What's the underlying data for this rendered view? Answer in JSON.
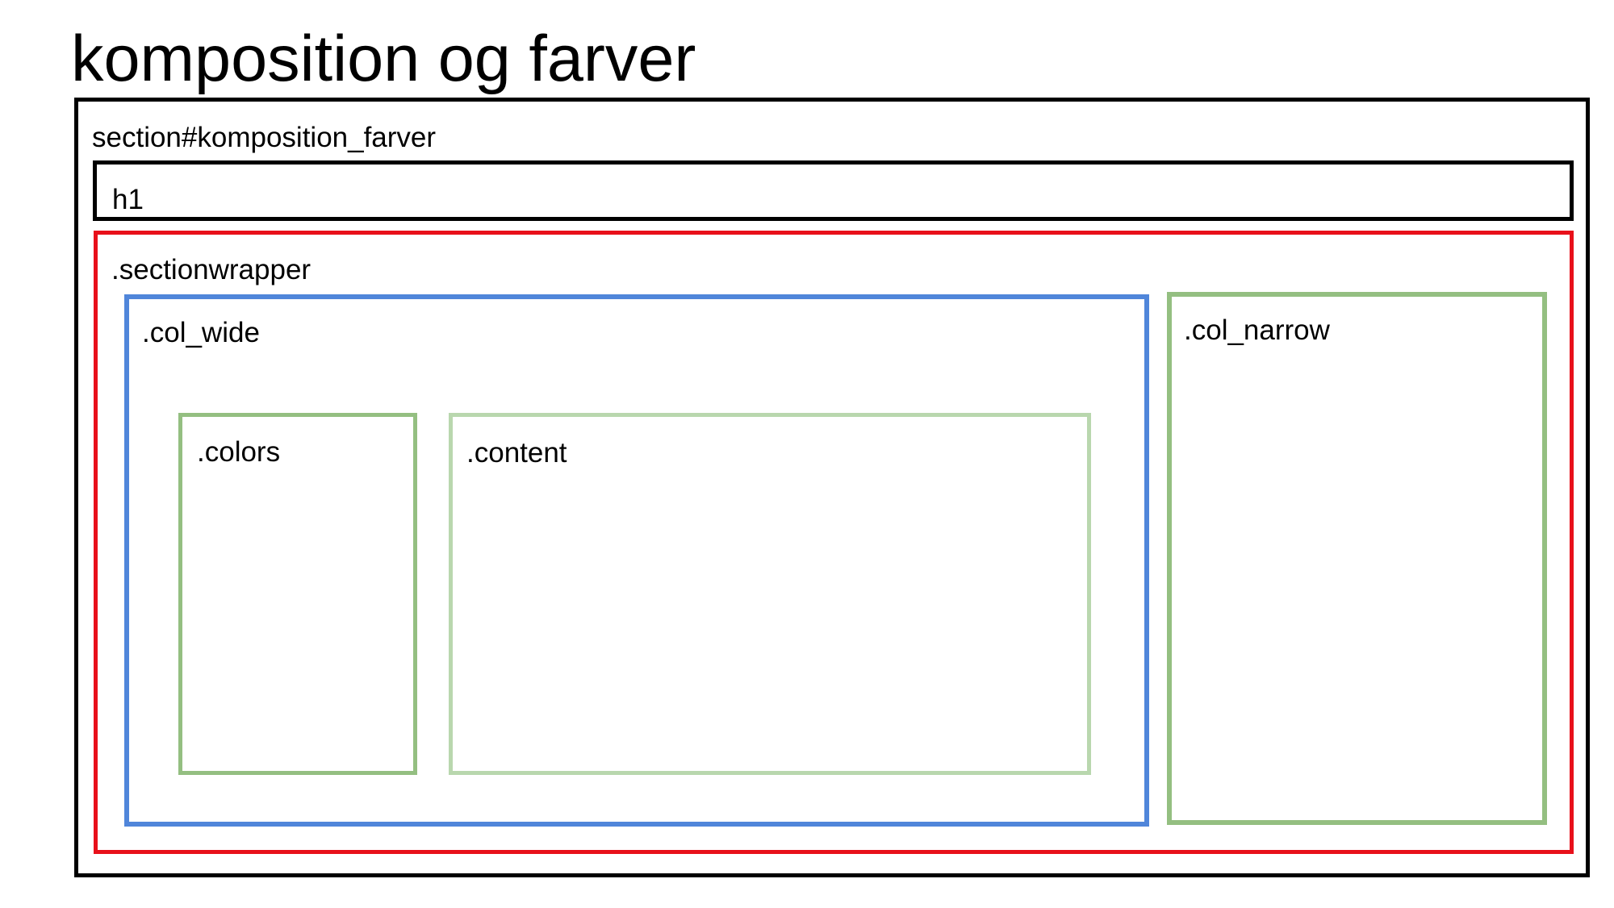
{
  "title": "komposition og farver",
  "boxes": {
    "section": {
      "label": "section#komposition_farver",
      "color": "#000000"
    },
    "h1": {
      "label": "h1",
      "color": "#000000"
    },
    "sectionwrapper": {
      "label": ".sectionwrapper",
      "color": "#e8101a"
    },
    "col_wide": {
      "label": ".col_wide",
      "color": "#5086da"
    },
    "col_narrow": {
      "label": ".col_narrow",
      "color": "#94bf81"
    },
    "colors": {
      "label": ".colors",
      "color": "#94bf81"
    },
    "content": {
      "label": ".content",
      "color": "#b9d7ae"
    }
  }
}
